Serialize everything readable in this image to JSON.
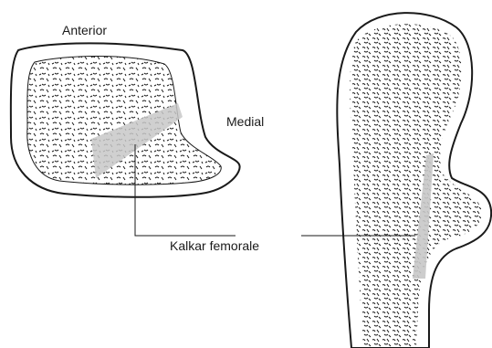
{
  "labels": {
    "anterior": "Anterior",
    "medial": "Medial",
    "kalkar": "Kalkar femorale"
  },
  "colors": {
    "ink": "#1a1a1a",
    "bone_fill": "#ffffff",
    "calcar_band": "#c8c8c8"
  }
}
